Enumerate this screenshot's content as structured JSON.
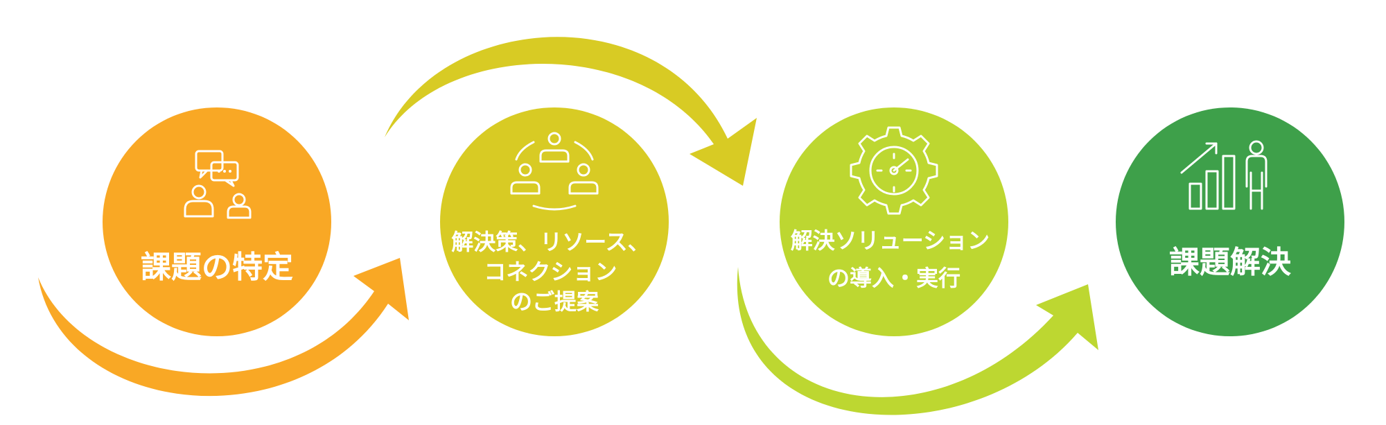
{
  "colors": {
    "step1": "#F9A825",
    "step2": "#D8CB24",
    "step3": "#BDD731",
    "step4": "#3EA04A",
    "text": "#FFFFFF"
  },
  "steps": [
    {
      "icon": "chat-people-icon",
      "lines": [
        "課題の特定"
      ]
    },
    {
      "icon": "team-circle-icon",
      "lines": [
        "解決策、リソース、",
        "コネクション",
        "のご提案"
      ]
    },
    {
      "icon": "gear-gauge-icon",
      "lines": [
        "解決ソリューション",
        "の導入・実行"
      ]
    },
    {
      "icon": "growth-chart-person-icon",
      "lines": [
        "課題解決"
      ]
    }
  ]
}
